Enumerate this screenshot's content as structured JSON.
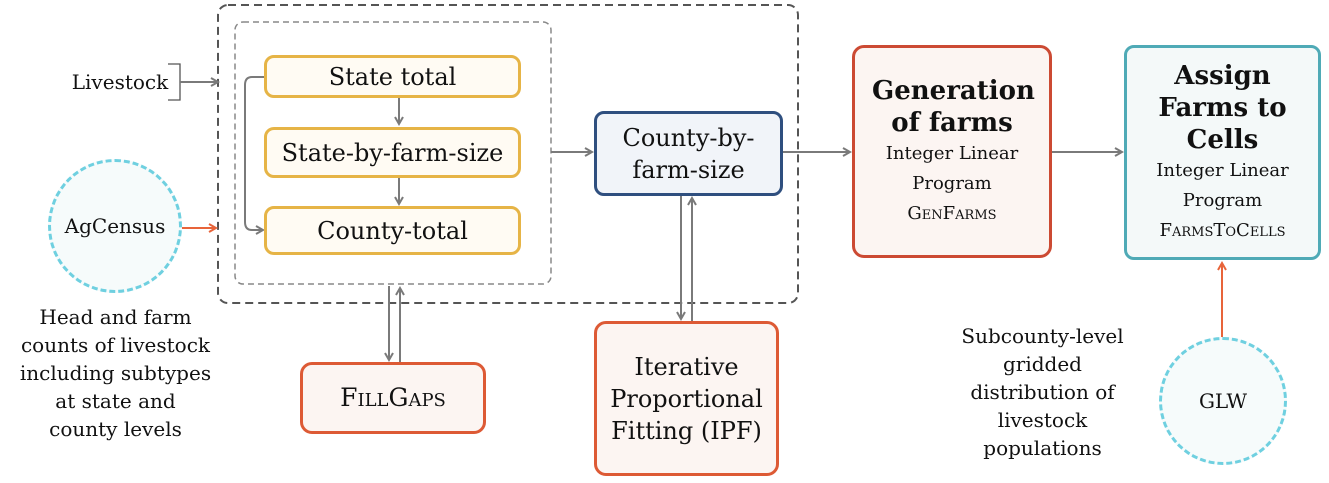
{
  "inputs": {
    "livestock": "Livestock",
    "agcensus": "AgCensus",
    "agcensus_caption": "Head and farm counts of livestock including subtypes at state and county levels"
  },
  "stages": {
    "state_total": "State total",
    "state_by_farm_size": "State-by-farm-size",
    "county_total": "County-total"
  },
  "county_by_farm_size": "County-by-farm-size",
  "fillgaps": "FillGaps",
  "ipf": "Iterative Proportional Fitting (IPF)",
  "generation": {
    "title": "Generation of farms",
    "line1": "Integer Linear",
    "line2": "Program",
    "algo": "GenFarms"
  },
  "assign": {
    "title": "Assign Farms to Cells",
    "line1": "Integer Linear",
    "line2": "Program",
    "algo": "FarmsToCells"
  },
  "glw": "GLW",
  "glw_caption": "Subcounty-level gridded distribution of livestock populations",
  "colors": {
    "stage_border": "#e6b446",
    "county_border": "#2f4f7f",
    "orange_border": "#dd5a35",
    "generation_border": "#cc4a33",
    "assign_border": "#4faab6",
    "dashed_circle": "#6fd0e0",
    "arrow_gray": "#7a7a7a",
    "arrow_orange": "#e8643a"
  }
}
